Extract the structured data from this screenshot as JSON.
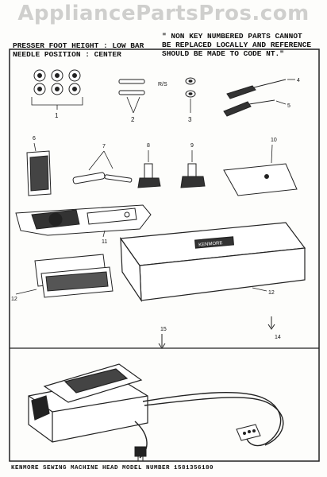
{
  "watermark": "AppliancePartsPros.com",
  "header": {
    "left_line1": "PRESSER FOOT HEIGHT : LOW BAR",
    "left_line2": "NEEDLE POSITION : CENTER",
    "right_line1": "\" NON KEY NUMBERED PARTS CANNOT",
    "right_line2": "BE REPLACED LOCALLY AND REFERENCE",
    "right_line3": "SHOULD BE MADE TO CODE NT.\""
  },
  "callouts": {
    "n1": "1",
    "n2": "2",
    "rs": "R/S",
    "n3": "3",
    "n4": "4",
    "n5": "5",
    "n6": "6",
    "n7": "7",
    "n8": "8",
    "n9": "9",
    "n10": "10",
    "n11": "11",
    "n12a": "12",
    "n12b": "12",
    "n14": "14",
    "n15": "15"
  },
  "case_label": "KENMORE",
  "footer": "KENMORE SEWING MACHINE HEAD MODEL NUMBER 1581356180"
}
